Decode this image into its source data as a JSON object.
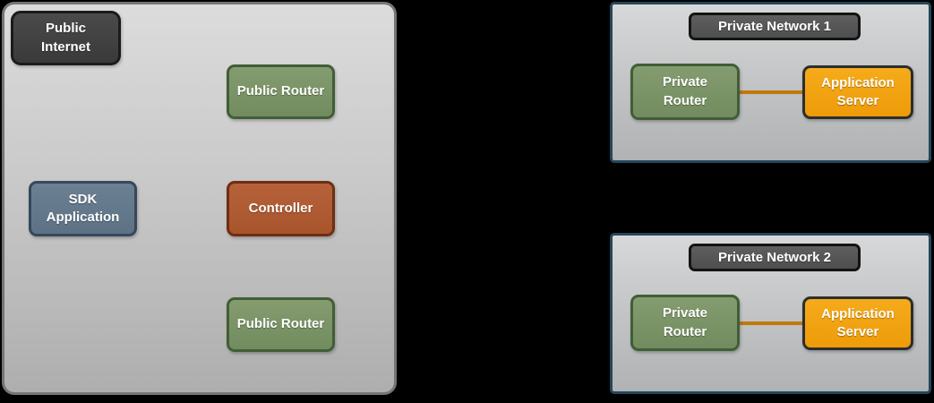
{
  "public_cloud": {
    "nodes": {
      "public_internet": "Public Internet",
      "public_router_top": "Public Router",
      "sdk_application": "SDK Application",
      "controller": "Controller",
      "public_router_bottom": "Public Router"
    }
  },
  "private_networks": [
    {
      "title": "Private Network 1",
      "router": "Private Router",
      "server": "Application Server"
    },
    {
      "title": "Private Network 2",
      "router": "Private Router",
      "server": "Application Server"
    }
  ],
  "colors": {
    "background": "#000000",
    "cloud_fill_top": "#dcdcdc",
    "cloud_fill_bottom": "#aeaeae",
    "cloud_border": "#757575",
    "network_border": "#25465a",
    "dark_node_fill": "#3f3f3f",
    "dark_node_border": "#1b1b1b",
    "title_badge_fill": "#565656",
    "title_badge_border": "#141414",
    "green_fill": "#7b9467",
    "green_border": "#415e37",
    "slate_fill": "#64798c",
    "slate_border": "#36485a",
    "rust_fill": "#b05b33",
    "rust_border": "#6e2f12",
    "orange_fill": "#f2a112",
    "orange_border": "#2d2d2d",
    "connector": "#c1790b",
    "text": "#ffffff"
  }
}
